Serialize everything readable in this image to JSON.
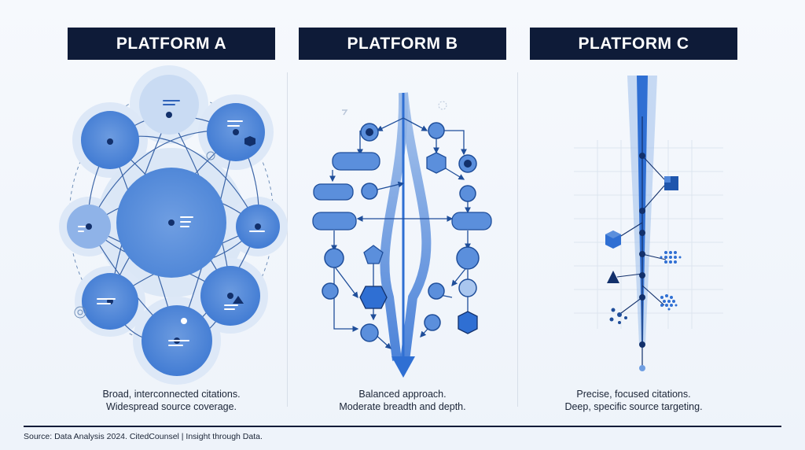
{
  "panels": [
    {
      "title": "PLATFORM A",
      "caption_line1": "Broad, interconnected citations.",
      "caption_line2": "Widespread source coverage."
    },
    {
      "title": "PLATFORM B",
      "caption_line1": "Balanced approach.",
      "caption_line2": "Moderate breadth and depth."
    },
    {
      "title": "PLATFORM C",
      "caption_line1": "Precise, focused citations.",
      "caption_line2": "Deep, specific source targeting."
    }
  ],
  "footer": "Source: Data Analysis 2024. CitedCounsel | Insight through Data.",
  "colors": {
    "navy": "#0e1b38",
    "blue": "#2f6fd3",
    "node_fill": "#5b8fdc",
    "node_light": "#cfe0f5",
    "background": "#f3f7fc"
  }
}
